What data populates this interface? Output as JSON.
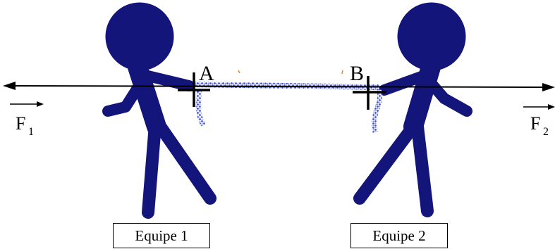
{
  "points": {
    "a": "A",
    "b": "B"
  },
  "forces": {
    "f1": {
      "letter": "F",
      "sub": "1"
    },
    "f2": {
      "letter": "F",
      "sub": "2"
    }
  },
  "teams": {
    "team1": "Equipe 1",
    "team2": "Equipe 2"
  },
  "colors": {
    "figure": "#13157a",
    "rope": "#3c4ee0",
    "axis": "#000000"
  }
}
